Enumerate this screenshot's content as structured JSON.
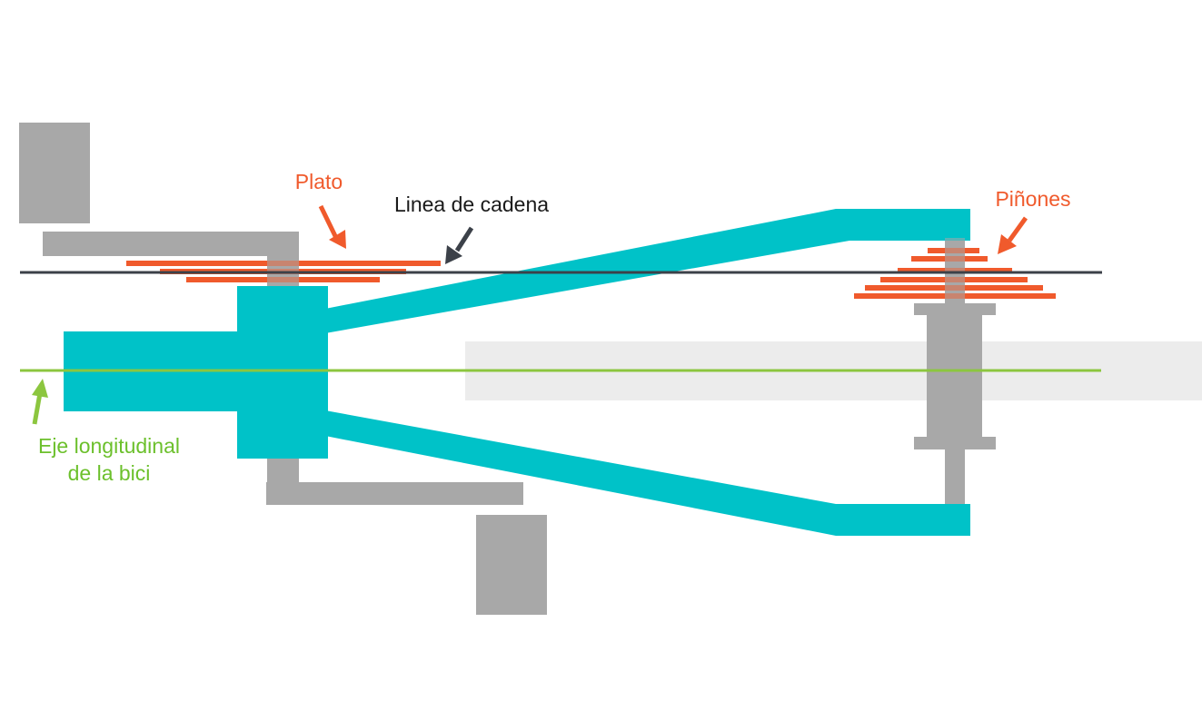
{
  "labels": {
    "plato": "Plato",
    "linea_cadena": "Linea de cadena",
    "pinones": "Piñones",
    "eje_line1": "Eje longitudinal",
    "eje_line2": "de la bici"
  },
  "colors": {
    "frame": "#00c2c8",
    "gear": "#f05a2c",
    "grey": "#a8a8a8",
    "light_grey": "#ececec",
    "chainline": "#3c4149",
    "axis": "#8cc63f",
    "label_orange": "#f05a2c",
    "label_black": "#1a1a1a",
    "label_green": "#6cc02c"
  }
}
